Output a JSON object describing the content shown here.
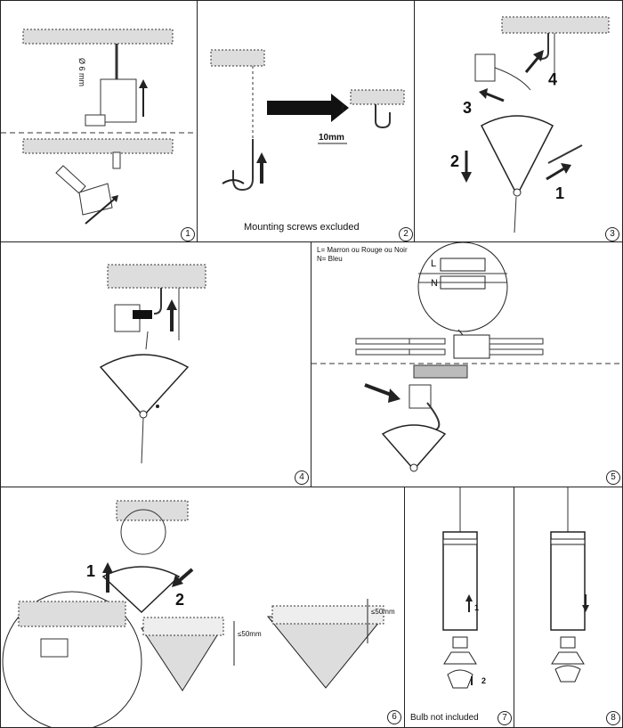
{
  "steps": {
    "s1": {
      "number": "1",
      "drill_label": "Ø 6 mm"
    },
    "s2": {
      "number": "2",
      "measure": "10mm",
      "caption": "Mounting screws excluded"
    },
    "s3": {
      "number": "3",
      "labels": [
        "4",
        "3",
        "2",
        "1"
      ]
    },
    "s4": {
      "number": "4"
    },
    "s5": {
      "number": "5",
      "legend_l": "L= Marron ou Rouge ou Noir",
      "legend_n": "N= Bleu",
      "term_l": "L",
      "term_n": "N"
    },
    "s6": {
      "number": "6",
      "labels": [
        "1",
        "2"
      ],
      "measure": "≤50mm"
    },
    "s7": {
      "number": "7",
      "labels": [
        "1",
        "2"
      ],
      "caption": "Bulb not included"
    },
    "s8": {
      "number": "8"
    }
  }
}
